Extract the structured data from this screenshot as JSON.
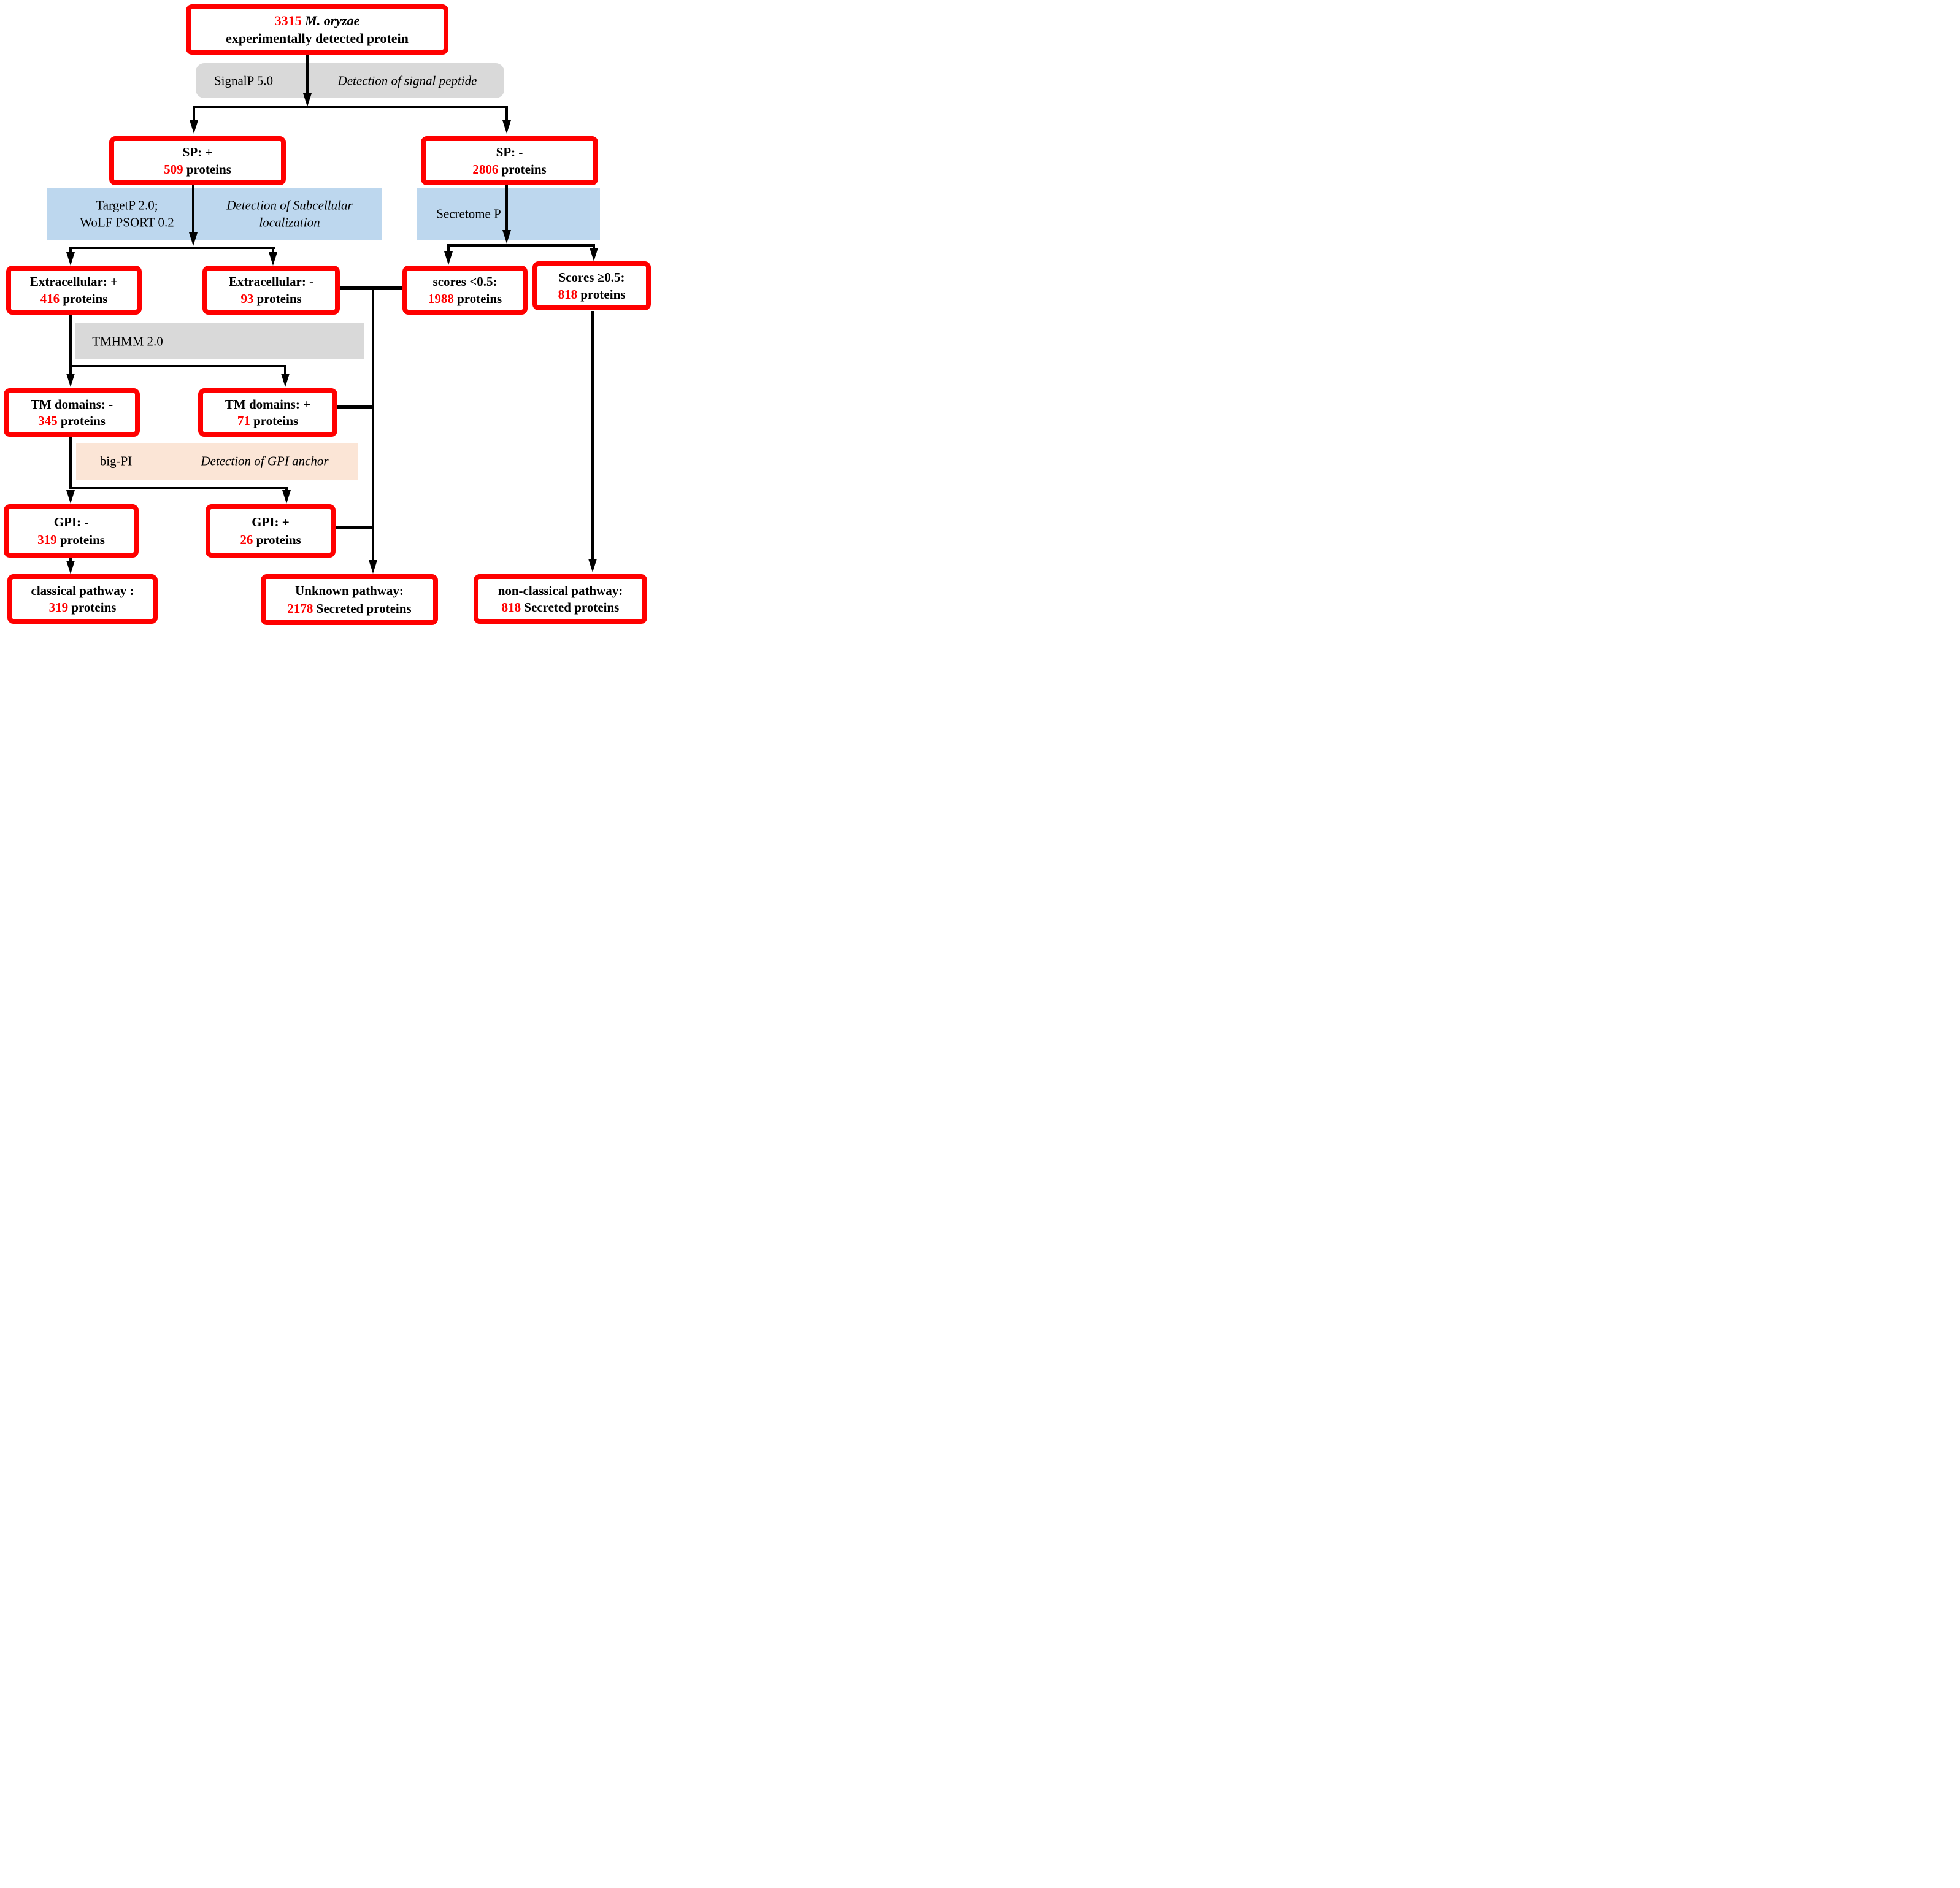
{
  "colors": {
    "box_border": "#ff0000",
    "count_text": "#ff0000",
    "body_text": "#000000",
    "signalp_bar": "#d9d9d9",
    "tmhmm_bar": "#d9d9d9",
    "subcellular_bar": "#bdd7ee",
    "secretomep_bar": "#bdd7ee",
    "bigpi_bar": "#fbe5d6"
  },
  "boxes": {
    "root": {
      "count": "3315",
      "species": "M. oryzae",
      "line2": "experimentally detected protein"
    },
    "sp_plus": {
      "title": "SP: +",
      "count": "509",
      "unit": "proteins"
    },
    "sp_minus": {
      "title": "SP: -",
      "count": "2806",
      "unit": "proteins"
    },
    "extracellular_plus": {
      "title": "Extracellular: +",
      "count": "416",
      "unit": "proteins"
    },
    "extracellular_minus": {
      "title": "Extracellular: -",
      "count": "93",
      "unit": "proteins"
    },
    "scores_lt": {
      "title": "scores <0.5:",
      "count": "1988",
      "unit": "proteins"
    },
    "scores_ge": {
      "title": "Scores ≥0.5:",
      "count": "818",
      "unit": "proteins"
    },
    "tm_minus": {
      "title": "TM domains: -",
      "count": "345",
      "unit": "proteins"
    },
    "tm_plus": {
      "title": "TM domains: +",
      "count": "71",
      "unit": "proteins"
    },
    "gpi_minus": {
      "title": "GPI: -",
      "count": "319",
      "unit": "proteins"
    },
    "gpi_plus": {
      "title": "GPI: +",
      "count": "26",
      "unit": "proteins"
    },
    "classical": {
      "title": "classical pathway :",
      "count": "319",
      "unit": "proteins"
    },
    "unknown": {
      "title": "Unknown pathway:",
      "count": "2178",
      "unit": "Secreted proteins"
    },
    "nonclassical": {
      "title": "non-classical pathway:",
      "count": "818",
      "unit": "Secreted proteins"
    }
  },
  "tool_bars": {
    "signalp": {
      "name": "SignalP 5.0",
      "description": "Detection of signal peptide"
    },
    "subcellular": {
      "name_line1": "TargetP 2.0;",
      "name_line2": "WoLF PSORT 0.2",
      "description_line1": "Detection of  Subcellular",
      "description_line2": "localization"
    },
    "secretomep": {
      "name": "Secretome P"
    },
    "tmhmm": {
      "name": "TMHMM 2.0"
    },
    "bigpi": {
      "name": "big-PI",
      "description": "Detection of GPI anchor"
    }
  }
}
